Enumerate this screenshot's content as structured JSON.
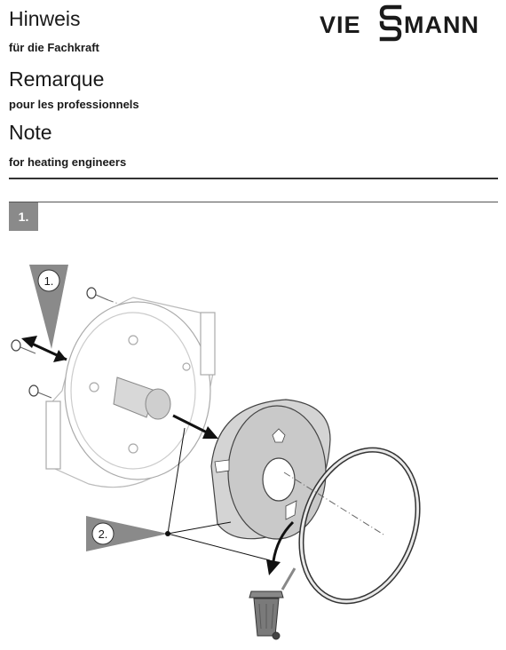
{
  "header": {
    "title_de": "Hinweis",
    "subtitle_de": "für die Fachkraft",
    "title_fr": "Remarque",
    "subtitle_fr": "pour les professionnels",
    "title_en": "Note",
    "subtitle_en": "for heating engineers"
  },
  "brand": {
    "logo_text": "VIESSMANN",
    "logo_left": "VIE",
    "logo_right": "MANN"
  },
  "step": {
    "label": "1."
  },
  "figure": {
    "callouts": [
      "1.",
      "2."
    ],
    "icons": [
      "screw-icon",
      "arrow-icon",
      "cover-plate-icon",
      "insulation-disc-icon",
      "gasket-ring-icon",
      "waste-bin-icon"
    ]
  },
  "colors": {
    "text": "#1a1a1a",
    "badge": "#8a8a8a",
    "rule": "#333333"
  }
}
